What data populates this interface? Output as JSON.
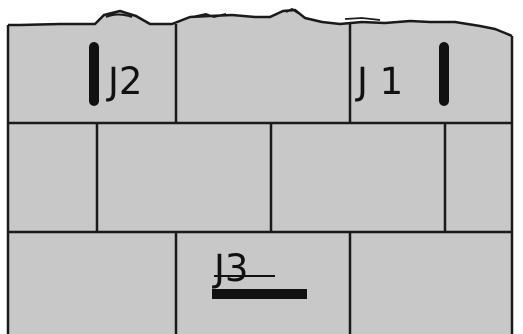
{
  "labels": {
    "j1": "J 1",
    "j2": "J2",
    "j3": "J3"
  },
  "colors": {
    "background": "#ffffff",
    "brick_fill": "#c8c8c8",
    "mortar_line": "#1a1a1a",
    "joint_mark": "#111111"
  }
}
